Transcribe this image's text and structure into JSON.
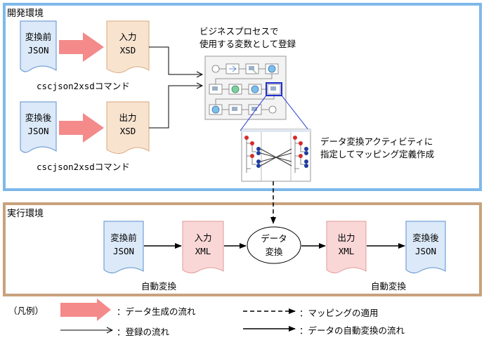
{
  "dev_env": {
    "title": "開発環境",
    "before_json": [
      "変換前",
      "JSON"
    ],
    "after_json": [
      "変換後",
      "JSON"
    ],
    "input_xsd": [
      "入力",
      "XSD"
    ],
    "output_xsd": [
      "出力",
      "XSD"
    ],
    "command_label_1": "cscjson2xsdコマンド",
    "command_label_2": "cscjson2xsdコマンド",
    "process_caption": [
      "ビジネスプロセスで",
      "使用する変数として登録"
    ],
    "activity_caption": [
      "データ変換アクティビティに",
      "指定してマッピング定義作成"
    ]
  },
  "run_env": {
    "title": "実行環境",
    "before_json": [
      "変換前",
      "JSON"
    ],
    "input_xml": [
      "入力",
      "XML"
    ],
    "transform": [
      "データ",
      "変換"
    ],
    "output_xml": [
      "出力",
      "XML"
    ],
    "after_json": [
      "変換後",
      "JSON"
    ],
    "auto_label_1": "自動変換",
    "auto_label_2": "自動変換"
  },
  "legend": {
    "title": "（凡例）",
    "generation": "：データ生成の流れ",
    "registration": "：登録の流れ",
    "mapping": "：マッピングの適用",
    "auto_flow": "：データの自動変換の流れ"
  },
  "colors": {
    "dev_border": "#7eb8ea",
    "run_border": "#c8a27e",
    "json_fill": "#dbe9f8",
    "xsd_fill": "#f8e3cf",
    "xml_fill": "#fad7d7",
    "generation_arrow": "#f48a8a"
  }
}
